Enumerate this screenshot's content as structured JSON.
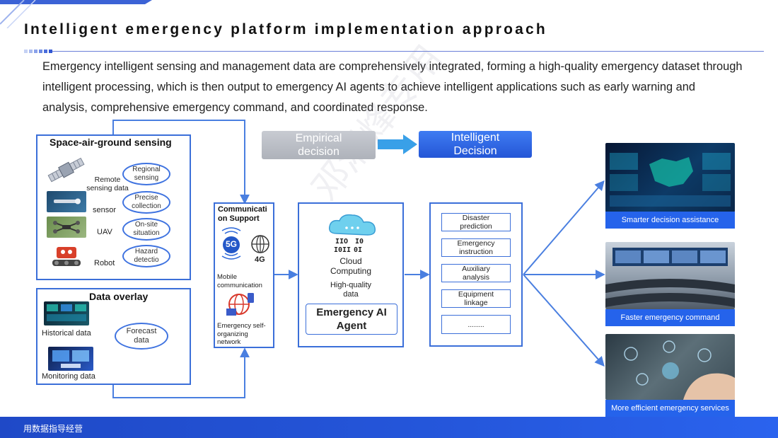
{
  "slide": {
    "title": "Intelligent emergency platform implementation approach",
    "intro": "Emergency intelligent sensing and management data are comprehensively integrated, forming a high-quality emergency dataset through intelligent processing, which is then output to emergency AI agents to achieve intelligent applications such as early warning and analysis, comprehensive emergency command, and coordinated response.",
    "footer": "用数据指导经营"
  },
  "sensing": {
    "title": "Space-air-ground sensing",
    "items": [
      {
        "label": "Remote\nsensing data",
        "ellipse": "Regional\nsensing",
        "icon": "satellite-icon"
      },
      {
        "label": "sensor",
        "ellipse": "Precise\ncollection",
        "icon": "sensor-icon"
      },
      {
        "label": "UAV",
        "ellipse": "On-site\nsituation",
        "icon": "drone-icon"
      },
      {
        "label": "Robot",
        "ellipse": "Hazard\ndetectio",
        "icon": "robot-icon"
      }
    ]
  },
  "overlay": {
    "title": "Data overlay",
    "historical": "Historical data",
    "monitoring": "Monitoring data",
    "forecast": "Forecast\ndata"
  },
  "comm": {
    "title": "Communicati\non Support",
    "badge_5g": "5G",
    "badge_4g": "4G",
    "mobile": "Mobile\ncommunication",
    "selforg": "Emergency self-\norganizing\nnetwork"
  },
  "decision": {
    "empirical": "Empirical\ndecision",
    "intelligent": "Intelligent\nDecision"
  },
  "agent": {
    "cloud": "Cloud\nComputing",
    "hq_data": "High-quality\ndata",
    "agent": "Emergency AI\nAgent"
  },
  "tasks": [
    "Disaster\nprediction",
    "Emergency\ninstruction",
    "Auxiliary\nanalysis",
    "Equipment\nlinkage",
    "........"
  ],
  "outcomes": [
    {
      "caption": "Smarter decision assistance"
    },
    {
      "caption": "Faster emergency command"
    },
    {
      "caption": "More efficient emergency services"
    }
  ],
  "colors": {
    "accent": "#2563eb",
    "panel_border": "#3b6fd9",
    "arrow": "#4a7fe0",
    "empirical_gray": "#b9bcc3",
    "intelligent_blue": "#2f6ae6"
  }
}
